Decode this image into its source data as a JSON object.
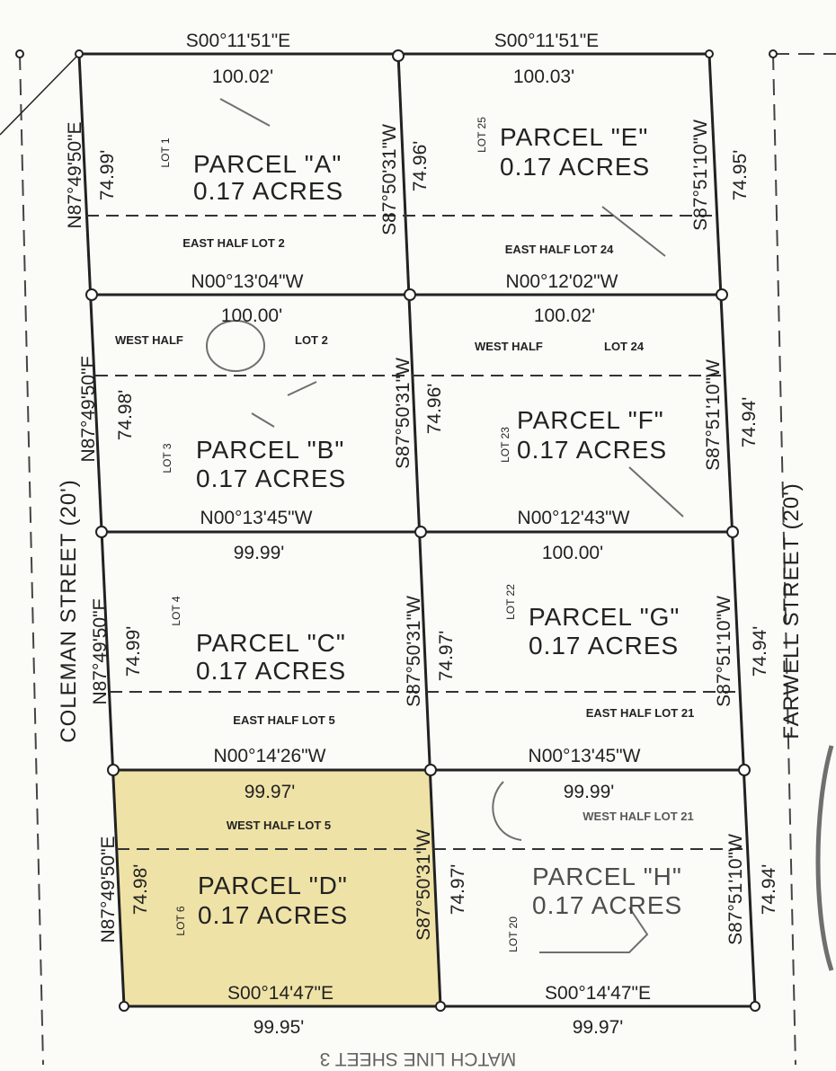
{
  "highlight_color": "#efe2a6",
  "streets": {
    "west": "COLEMAN STREET (20')",
    "east": "FARWELL STREET (20')"
  },
  "match_line": "MATCH LINE SHEET 3",
  "bearings": {
    "top_left": "S00°11'51\"E",
    "top_right": "S00°11'51\"E",
    "row1_left": "N00°13'04\"W",
    "row1_right": "N00°12'02\"W",
    "row2_left": "N00°13'45\"W",
    "row2_right": "N00°12'43\"W",
    "row3_left": "N00°14'26\"W",
    "row3_right": "N00°13'45\"W",
    "bottom_left": "S00°14'47\"E",
    "bottom_right": "S00°14'47\"E",
    "west_1": "N87°49'50\"E",
    "west_2": "N87°49'50\"E",
    "west_3": "N87°49'50\"E",
    "west_4": "N87°49'50\"E",
    "mid_1": "S87°50'31\"W",
    "mid_2": "S87°50'31\"W",
    "mid_3": "S87°50'31\"W",
    "mid_4": "S87°50'31\"W",
    "east_1": "S87°51'10\"W",
    "east_2": "S87°51'10\"W",
    "east_3": "S87°51'10\"W",
    "east_4": "S87°51'10\"W"
  },
  "distances": {
    "top_left": "100.02'",
    "top_right": "100.03'",
    "r2_left": "100.00'",
    "r2_right": "100.02'",
    "r3_left": "99.99'",
    "r3_right": "100.00'",
    "r4_left": "99.97'",
    "r4_right": "99.99'",
    "bottom_left": "99.95'",
    "bottom_right": "99.97'",
    "west_1": "74.99'",
    "west_2": "74.98'",
    "west_3": "74.99'",
    "west_4": "74.98'",
    "mid_1": "74.96'",
    "mid_2": "74.96'",
    "mid_3": "74.97'",
    "mid_4": "74.97'",
    "east_1": "74.95'",
    "east_2": "74.94'",
    "east_3": "74.94'",
    "east_4": "74.94'"
  },
  "parcels": [
    {
      "name": "PARCEL \"A\"",
      "area": "0.17 ACRES",
      "lot": "LOT 1"
    },
    {
      "name": "PARCEL \"B\"",
      "area": "0.17 ACRES",
      "lot": "LOT 3"
    },
    {
      "name": "PARCEL \"C\"",
      "area": "0.17 ACRES",
      "lot": "LOT 4"
    },
    {
      "name": "PARCEL \"D\"",
      "area": "0.17 ACRES",
      "lot": "LOT 6",
      "highlighted": true
    },
    {
      "name": "PARCEL \"E\"",
      "area": "0.17 ACRES",
      "lot": "LOT 25"
    },
    {
      "name": "PARCEL \"F\"",
      "area": "0.17 ACRES",
      "lot": "LOT 23"
    },
    {
      "name": "PARCEL \"G\"",
      "area": "0.17 ACRES",
      "lot": "LOT 22"
    },
    {
      "name": "PARCEL \"H\"",
      "area": "0.17 ACRES",
      "lot": "LOT 20"
    }
  ],
  "half_lots": {
    "a": "EAST HALF LOT 2",
    "b_left": "WEST HALF",
    "b_right": "LOT 2",
    "c": "EAST HALF LOT 5",
    "d": "WEST HALF LOT 5",
    "e": "EAST HALF LOT 24",
    "f_left": "WEST HALF",
    "f_right": "LOT 24",
    "g": "EAST HALF LOT 21",
    "h": "WEST HALF LOT 21"
  }
}
